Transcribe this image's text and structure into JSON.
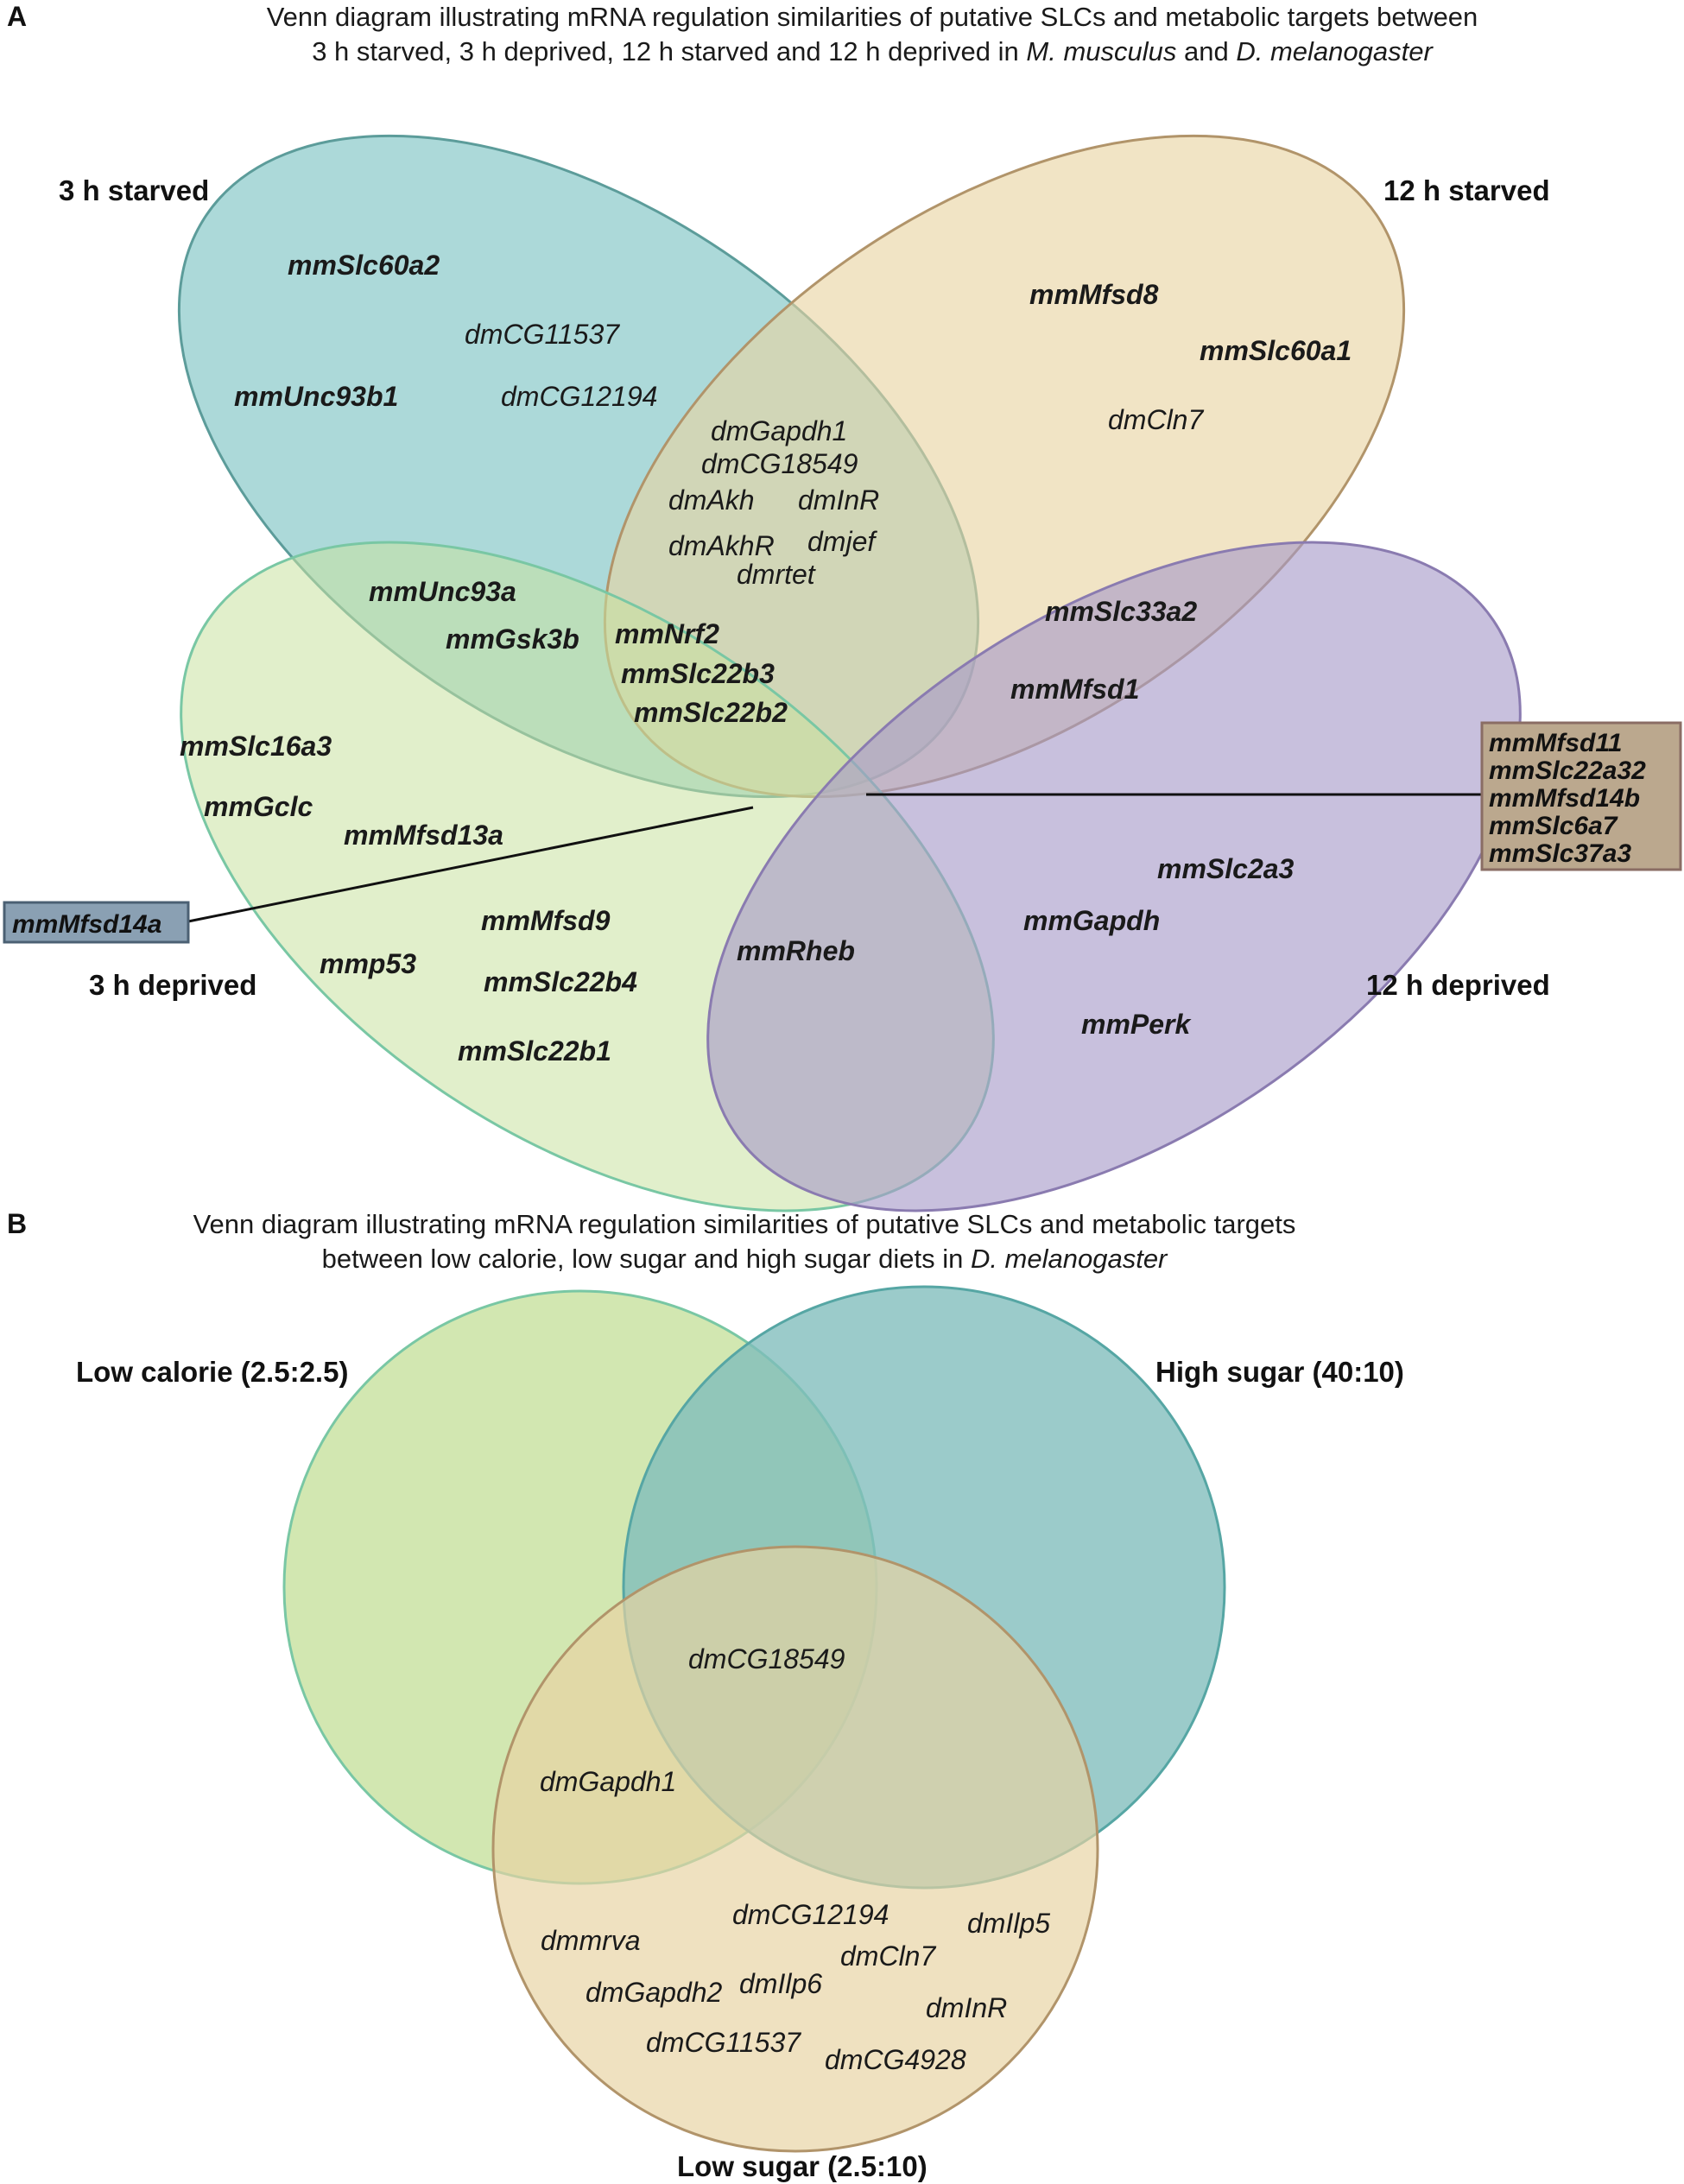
{
  "panel_a": {
    "letter": "A",
    "title_line1": "Venn diagram illustrating mRNA regulation similarities of putative SLCs and metabolic targets between",
    "title_line2_prefix": "3 h starved, 3 h deprived, 12 h starved and 12 h deprived in ",
    "title_species_1": "M. musculus",
    "title_and": " and ",
    "title_species_2": "D. melanogaster",
    "sets": {
      "s3h_starved": "3 h starved",
      "s12h_starved": "12 h starved",
      "s3h_deprived": "3 h deprived",
      "s12h_deprived": "12 h deprived"
    },
    "colors": {
      "s3h_starved": "#8ccbca",
      "s12h_starved": "#e8d3a2",
      "s3h_deprived": "#c8e2a0",
      "s12h_deprived": "#a799c8"
    },
    "genes": {
      "g1": "mmSlc60a2",
      "g2": "dmCG11537",
      "g3": "mmUnc93b1",
      "g4": "dmCG12194",
      "g5": "mmMfsd8",
      "g6": "mmSlc60a1",
      "g7": "dmCln7",
      "g8": "dmGapdh1",
      "g9": "dmCG18549",
      "g10": "dmAkh",
      "g11": "dmInR",
      "g12": "dmAkhR",
      "g13": "dmjef",
      "g14": "dmrtet",
      "g15": "mmUnc93a",
      "g16": "mmGsk3b",
      "g17": "mmNrf2",
      "g18": "mmSlc22b3",
      "g19": "mmSlc22b2",
      "g20": "mmSlc33a2",
      "g21": "mmMfsd1",
      "g22": "mmSlc16a3",
      "g23": "mmGclc",
      "g24": "mmMfsd13a",
      "g25": "mmMfsd9",
      "g26": "mmp53",
      "g27": "mmSlc22b4",
      "g28": "mmSlc22b1",
      "g29": "mmRheb",
      "g30": "mmSlc2a3",
      "g31": "mmGapdh",
      "g32": "mmPerk"
    },
    "callout_left": "mmMfsd14a",
    "callout_right": [
      "mmMfsd11",
      "mmSlc22a32",
      "mmMfsd14b",
      "mmSlc6a7",
      "mmSlc37a3"
    ]
  },
  "panel_b": {
    "letter": "B",
    "title_line1": "Venn diagram illustrating mRNA regulation similarities of putative SLCs and metabolic targets",
    "title_line2_prefix": "between low calorie, low sugar and high sugar diets in ",
    "title_species": "D. melanogaster",
    "sets": {
      "low_calorie": "Low calorie (2.5:2.5)",
      "high_sugar": "High sugar (40:10)",
      "low_sugar": "Low sugar (2.5:10)"
    },
    "colors": {
      "low_calorie": "#c8e2a0",
      "high_sugar": "#7fbcbb",
      "low_sugar": "#e8d3a2"
    },
    "genes": {
      "b1": "dmCG18549",
      "b2": "dmGapdh1",
      "b3": "dmCG12194",
      "b4": "dmIlp5",
      "b5": "dmmrva",
      "b6": "dmCln7",
      "b7": "dmGapdh2",
      "b8": "dmIlp6",
      "b9": "dmInR",
      "b10": "dmCG11537",
      "b11": "dmCG4928"
    }
  }
}
